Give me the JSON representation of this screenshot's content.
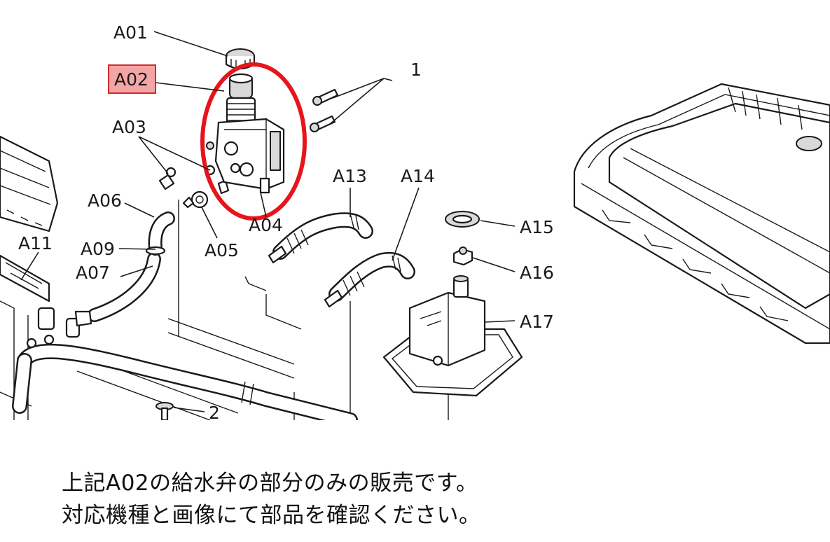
{
  "labels": {
    "a01": "A01",
    "a02": "A02",
    "a03": "A03",
    "a04": "A04",
    "a05": "A05",
    "a06": "A06",
    "a07": "A07",
    "a09": "A09",
    "a11": "A11",
    "a13": "A13",
    "a14": "A14",
    "a15": "A15",
    "a16": "A16",
    "a17": "A17",
    "ref1": "1",
    "ref2": "2"
  },
  "caption": {
    "line1": "上記A02の給水弁の部分のみの販売です。",
    "line2": "対応機種と画像にて部品を確認ください。"
  },
  "colors": {
    "highlight_ring": "#e8141b",
    "label_box_fill": "#f4a6a6",
    "label_box_stroke": "#d42a2a"
  }
}
